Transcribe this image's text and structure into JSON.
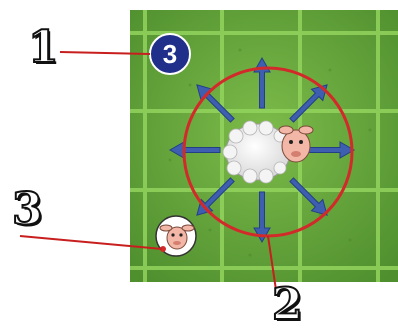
{
  "board": {
    "grass_color": "#5e9e38",
    "grass_light": "#76b646",
    "grid_line_color": "#8fcf5c",
    "arrow_color": "#3e5fb0",
    "range_circle_color": "#d22a2a"
  },
  "move_badge": {
    "value": "3",
    "color": "#1f2f8a"
  },
  "callouts": {
    "one": "1",
    "two": "2",
    "three": "3",
    "line_color": "#c81e1e"
  },
  "pieces": {
    "sheep_center": "sheep-token",
    "sheep_corner": "small-sheep-token"
  },
  "arrows": [
    "up",
    "up-right",
    "right",
    "down-right",
    "down",
    "down-left",
    "left",
    "up-left"
  ]
}
